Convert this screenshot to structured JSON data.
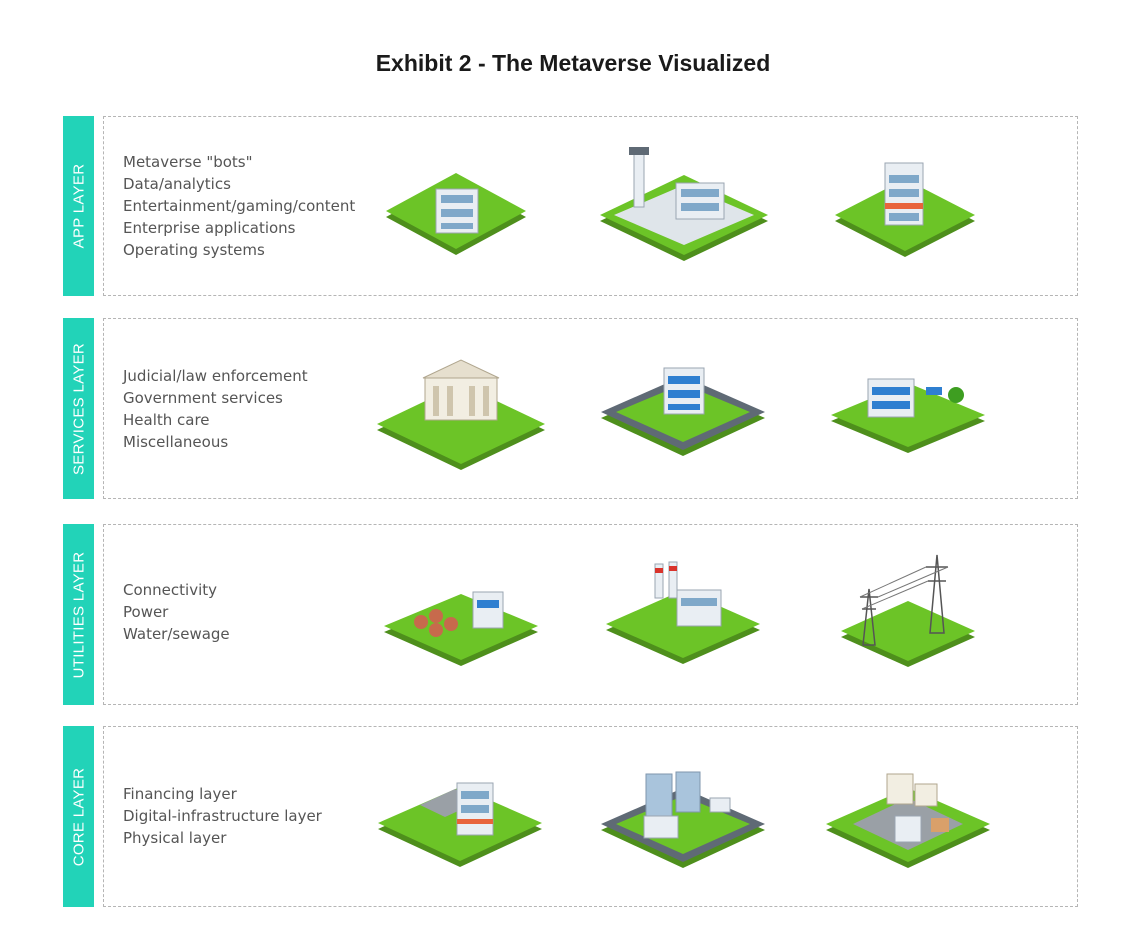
{
  "title": "Exhibit 2 - The Metaverse Visualized",
  "colors": {
    "tab": "#22d3b8",
    "grass": "#6cc427",
    "road": "#5f6a75",
    "building": "#e9eef3"
  },
  "layers": [
    {
      "label": "APP LAYER",
      "items": [
        "Metaverse \"bots\"",
        "Data/analytics",
        "Entertainment/gaming/content",
        "Enterprise applications",
        "Operating systems"
      ]
    },
    {
      "label": "SERVICES LAYER",
      "items": [
        "Judicial/law enforcement",
        "Government services",
        "Health care",
        "Miscellaneous"
      ]
    },
    {
      "label": "UTILITIES LAYER",
      "items": [
        "Connectivity",
        "Power",
        "Water/sewage"
      ]
    },
    {
      "label": "CORE LAYER",
      "items": [
        "Financing layer",
        "Digital-infrastructure layer",
        "Physical layer"
      ]
    }
  ]
}
